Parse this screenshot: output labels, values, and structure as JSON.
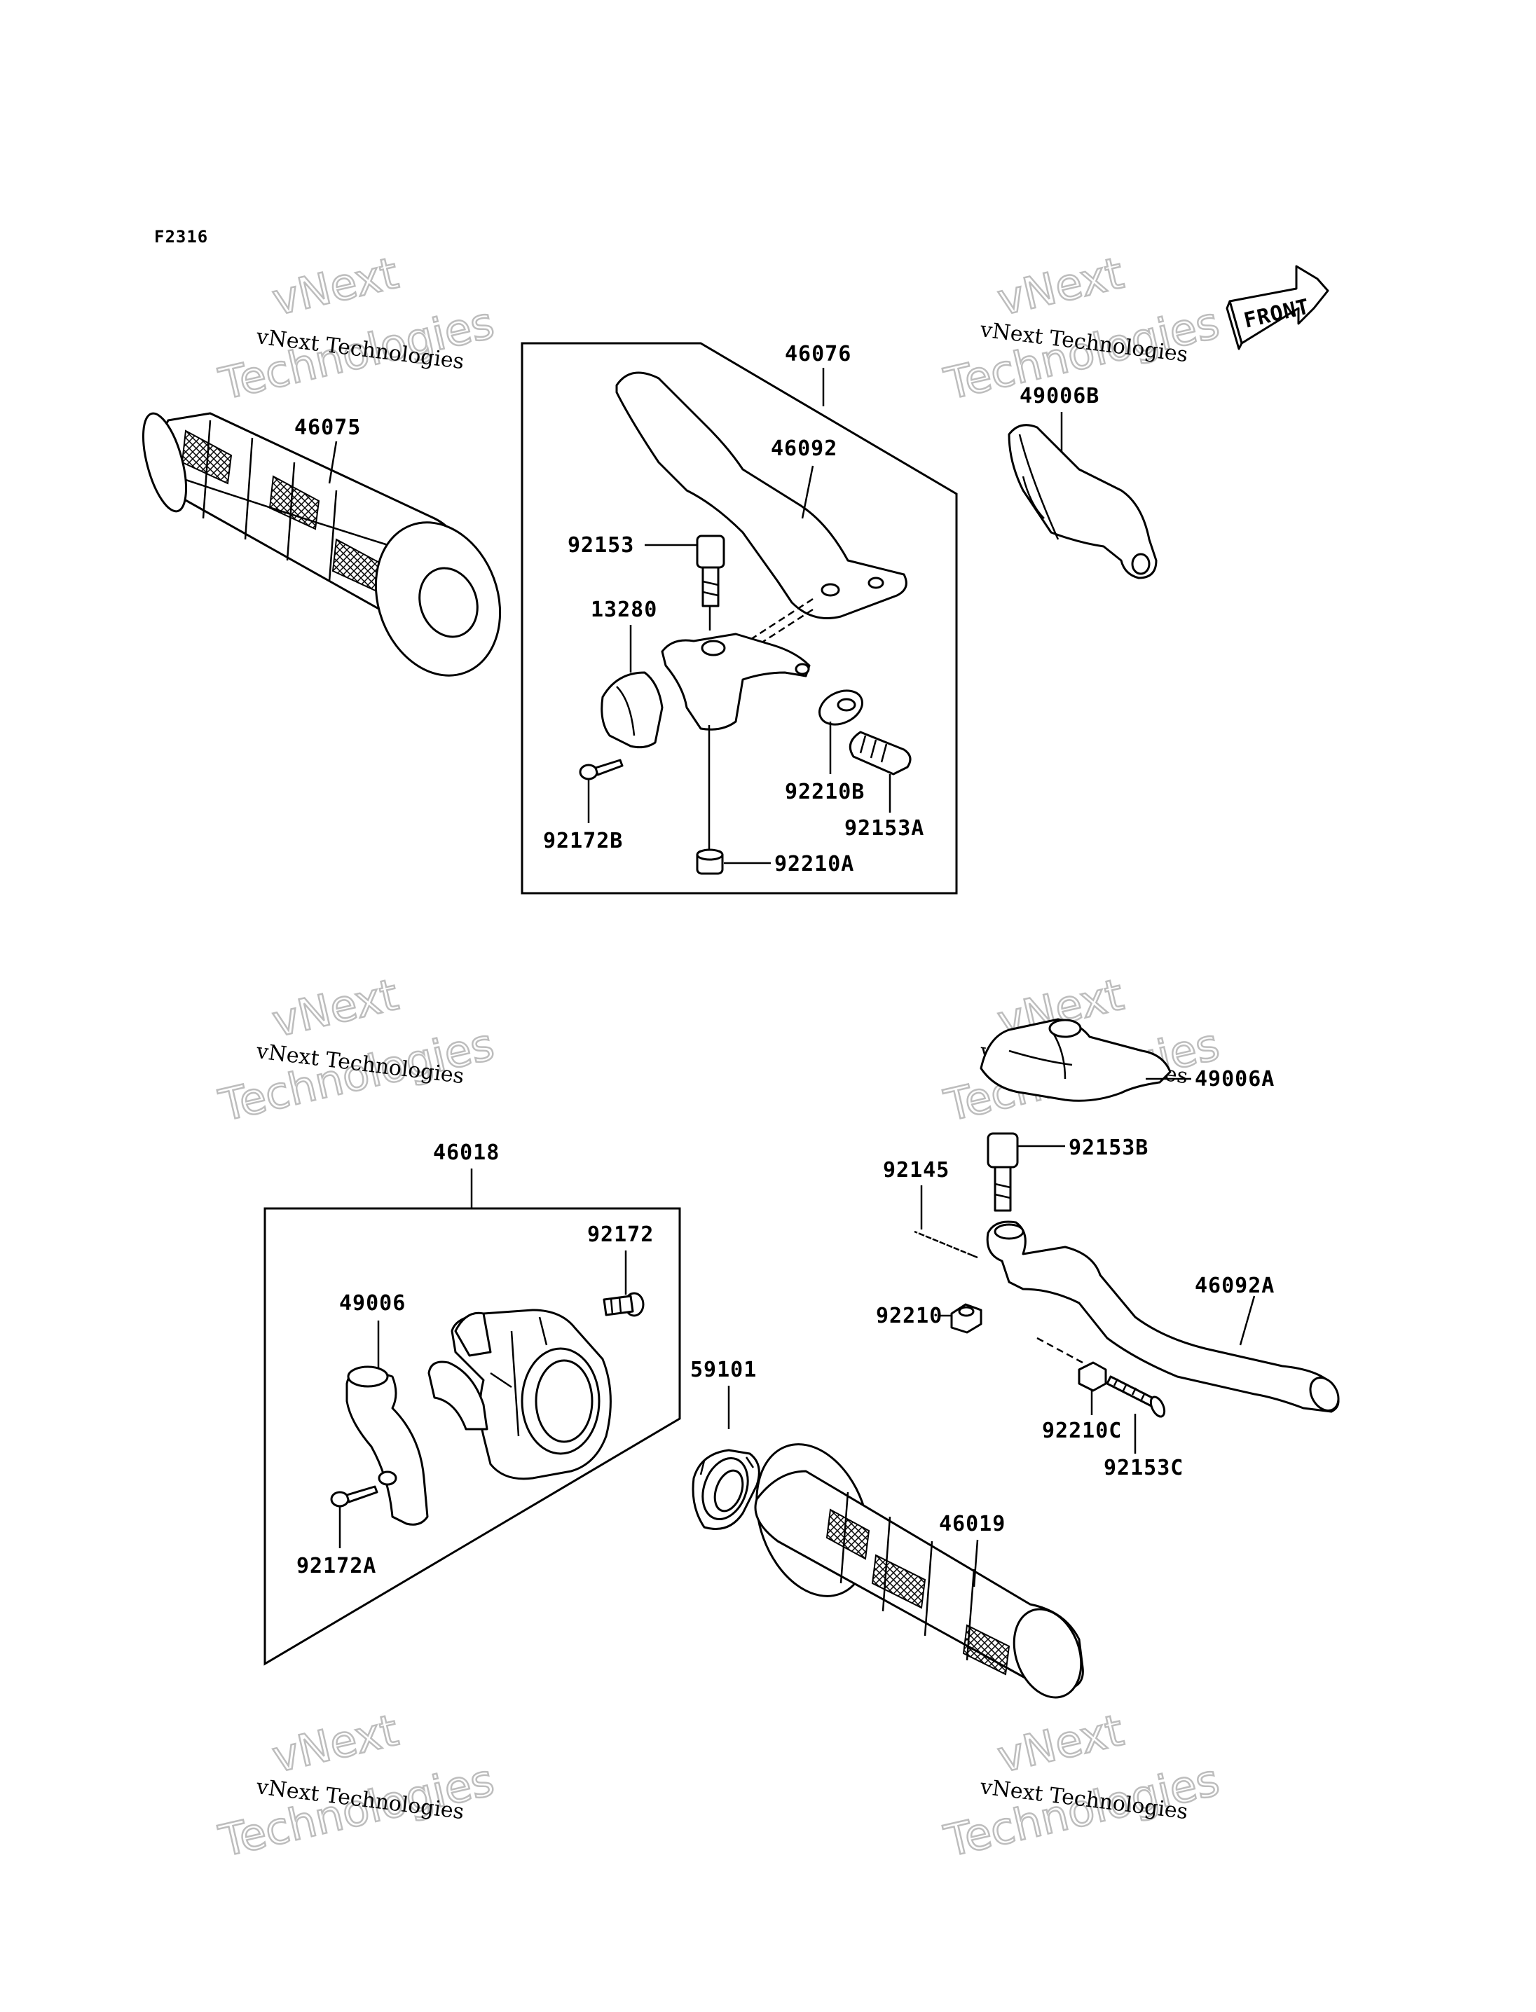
{
  "figure_ref": "F2316",
  "front_label": "FRONT",
  "watermark": {
    "line1": "vNext",
    "line2": "Technologies",
    "small": "vNext Technologies"
  },
  "parts": {
    "p46075": "46075",
    "p46076": "46076",
    "p46092": "46092",
    "p92153": "92153",
    "p13280": "13280",
    "p92210B": "92210B",
    "p92153A": "92153A",
    "p92172B": "92172B",
    "p92210A": "92210A",
    "p49006B": "49006B",
    "p49006A": "49006A",
    "p92153B": "92153B",
    "p92145": "92145",
    "p46092A": "46092A",
    "p92210": "92210",
    "p92210C": "92210C",
    "p92153C": "92153C",
    "p46018": "46018",
    "p92172": "92172",
    "p49006": "49006",
    "p59101": "59101",
    "p46019": "46019",
    "p92172A": "92172A"
  },
  "colors": {
    "line": "#000000",
    "background": "#ffffff",
    "watermark_outline": "#bdbdbd"
  }
}
